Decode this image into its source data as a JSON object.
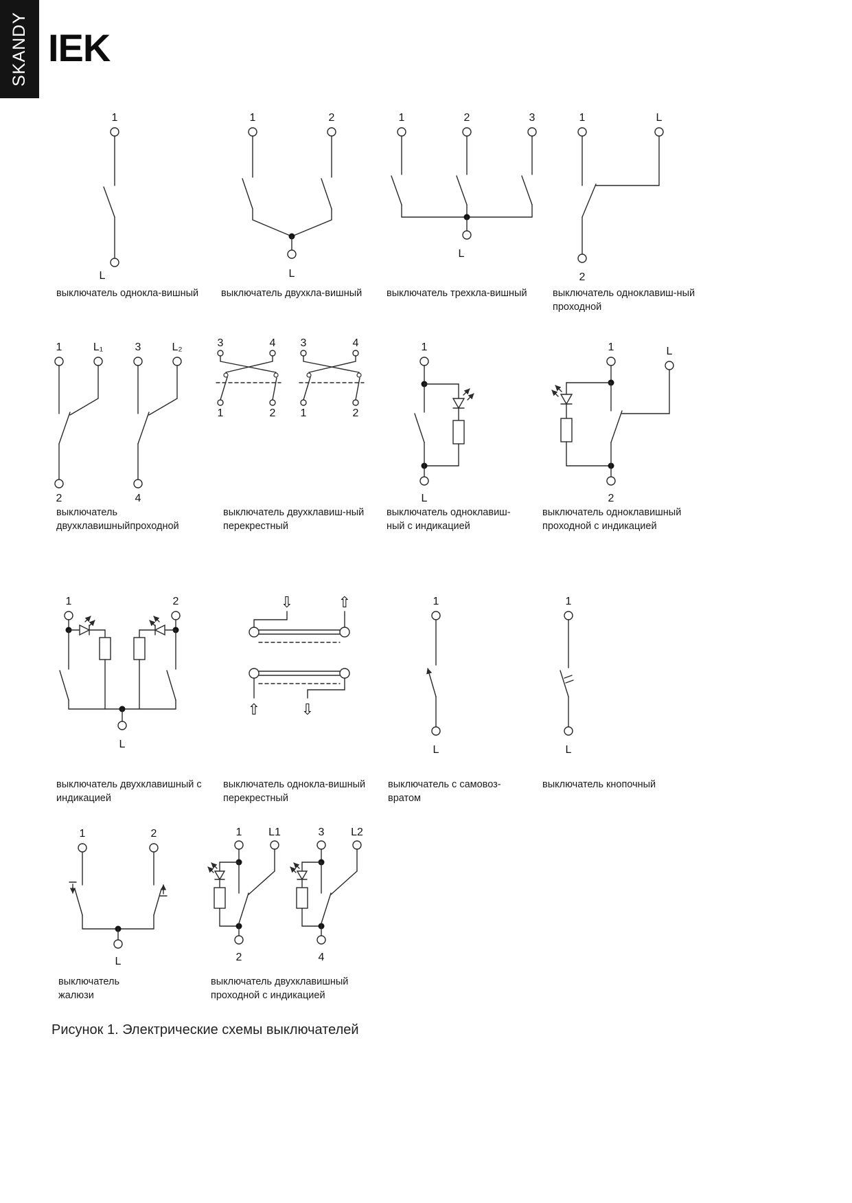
{
  "page": {
    "vertical_brand": "SKANDY",
    "logo_text": "IEK",
    "caption": "Рисунок 1. Электрические схемы выключателей"
  },
  "icons": {
    "arrow_up": "⇧",
    "arrow_down": "⇩"
  },
  "diagrams": [
    {
      "name": "single-gang-switch",
      "label": "выключатель однокла-вишный",
      "terminals": [
        "1",
        "L"
      ]
    },
    {
      "name": "two-gang-switch",
      "label": "выключатель двухкла-вишный",
      "terminals": [
        "1",
        "2",
        "L"
      ]
    },
    {
      "name": "three-gang-switch",
      "label": "выключатель трехкла-вишный",
      "terminals": [
        "1",
        "2",
        "3",
        "L"
      ]
    },
    {
      "name": "one-gang-pass-through-switch",
      "label": "выключатель одноклавиш-ный\nпроходной",
      "terminals": [
        "1",
        "L",
        "2"
      ]
    },
    {
      "name": "two-gang-pass-through-switch",
      "label": "выключатель\nдвухклавишныйпроходной",
      "terminals": [
        "1",
        "L₁",
        "2",
        "3",
        "L₂",
        "4"
      ]
    },
    {
      "name": "two-gang-crossover-switch",
      "label": "выключатель двухклавиш-ный\nперекрестный",
      "terminals": [
        "3",
        "4",
        "1",
        "2",
        "3",
        "4",
        "1",
        "2"
      ]
    },
    {
      "name": "one-gang-switch-with-indicator",
      "label": "выключатель одноклавиш-\nный с индикацией",
      "terminals": [
        "1",
        "L"
      ]
    },
    {
      "name": "one-gang-pass-through-switch-with-indicator",
      "label": "выключатель одноклавишный\nпроходной с индикацией",
      "terminals": [
        "1",
        "L",
        "2"
      ]
    },
    {
      "name": "two-gang-switch-with-indicator",
      "label": "выключатель двухклавишный с\nиндикацией",
      "terminals": [
        "1",
        "2",
        "L"
      ]
    },
    {
      "name": "one-gang-crossover-switch",
      "label": "выключатель однокла-вишный\nперекрестный",
      "terminals": []
    },
    {
      "name": "self-return-switch",
      "label": "выключатель с самовоз-\nвратом",
      "terminals": [
        "1",
        "L"
      ]
    },
    {
      "name": "push-button-switch",
      "label": "выключатель кнопочный",
      "terminals": [
        "1",
        "L"
      ]
    },
    {
      "name": "blinds-switch",
      "label": "выключатель\nжалюзи",
      "terminals": [
        "1",
        "2",
        "L"
      ]
    },
    {
      "name": "two-gang-pass-through-switch-with-indicator",
      "label": "выключатель двухклавишный\nпроходной с индикацией",
      "terminals": [
        "1",
        "L1",
        "2",
        "3",
        "L2",
        "4"
      ]
    }
  ]
}
